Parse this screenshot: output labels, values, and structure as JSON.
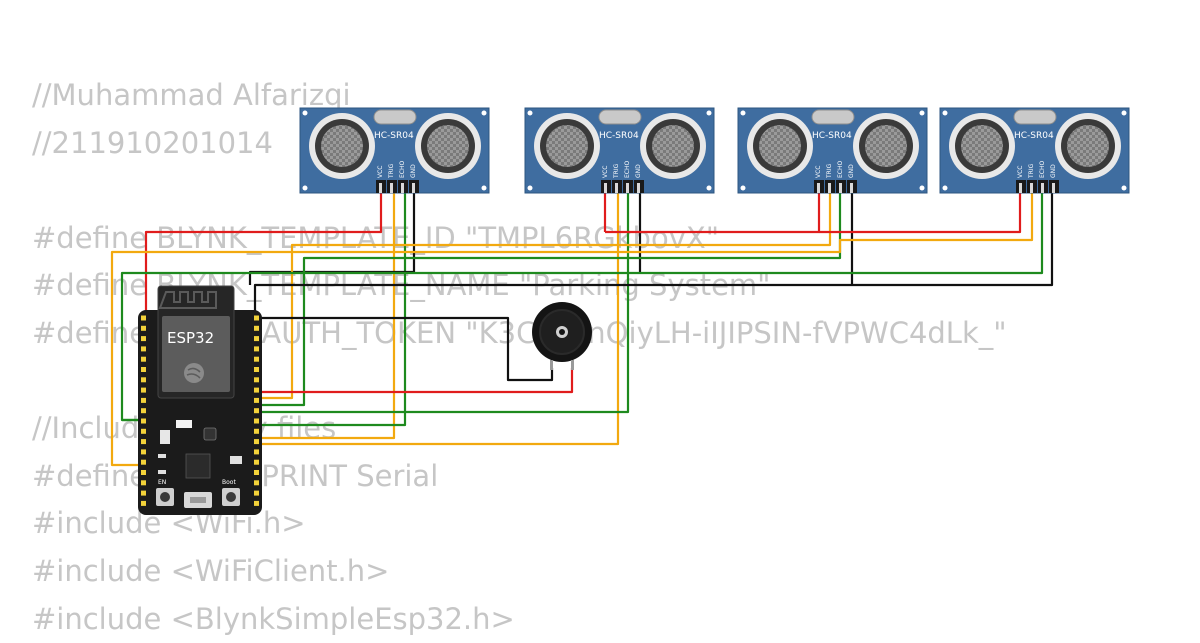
{
  "code_lines": [
    "//Muhammad Alfarizqi",
    "//211910201014",
    "",
    "#define BLYNK_TEMPLATE_ID \"TMPL6RGkbovX\"",
    "#define BLYNK_TEMPLATE_NAME \"Parking System\"",
    "#define BLYNK_AUTH_TOKEN \"K3Cf6DnQiyLH-iIJIPSIN-fVPWC4dLk_\"",
    "",
    "//Include Library files",
    "#define BLYNK_PRINT Serial",
    "#include <WiFi.h>",
    "#include <WiFiClient.h>",
    "#include <BlynkSimpleEsp32.h>"
  ],
  "board": {
    "label": "ESP32",
    "boot_label": "Boot",
    "en_label": "EN"
  },
  "sensors": [
    {
      "model": "HC-SR04",
      "pins": [
        "VCC",
        "TRIG",
        "ECHO",
        "GND"
      ]
    },
    {
      "model": "HC-SR04",
      "pins": [
        "VCC",
        "TRIG",
        "ECHO",
        "GND"
      ]
    },
    {
      "model": "HC-SR04",
      "pins": [
        "VCC",
        "TRIG",
        "ECHO",
        "GND"
      ]
    },
    {
      "model": "HC-SR04",
      "pins": [
        "VCC",
        "TRIG",
        "ECHO",
        "GND"
      ]
    }
  ],
  "colors": {
    "vcc": "#e01c1c",
    "trig": "#f2a90f",
    "echo": "#1e8a1e",
    "gnd": "#111111",
    "sensor_board": "#3f6da0",
    "esp_board": "#1b1b1b"
  }
}
